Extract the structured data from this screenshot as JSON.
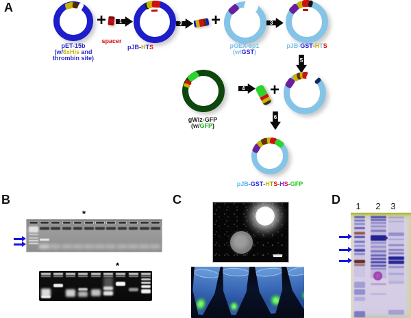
{
  "panel_a": {
    "label": "A",
    "plus": "+",
    "steps": [
      "1",
      "2",
      "3",
      "4",
      "5",
      "6"
    ],
    "pet15b": {
      "name": "pET-15b",
      "sub1_parts": [
        {
          "t": "(w/",
          "c": "#2a2ac8"
        },
        {
          "t": "6xHis",
          "c": "#c9b400"
        },
        {
          "t": " and",
          "c": "#2a2ac8"
        }
      ],
      "sub2": "thrombin site)"
    },
    "spacer_label": "spacer",
    "pjb_hts_parts": [
      {
        "t": "pJB-",
        "c": "#2a2ac8"
      },
      {
        "t": "H",
        "c": "#c9b400"
      },
      {
        "t": "T",
        "c": "#2a2ac8"
      },
      {
        "t": "S",
        "c": "#e01000"
      }
    ],
    "pgex": {
      "name": "pGEX-6p1",
      "sub_parts": [
        {
          "t": "(w/",
          "c": "#7cc0e8"
        },
        {
          "t": "GST",
          "c": "#2a2ae0",
          "b": 1
        },
        {
          "t": ")",
          "c": "#7cc0e8"
        }
      ]
    },
    "pjb_gst_hts_parts": [
      {
        "t": "pJB-",
        "c": "#7cc0e8"
      },
      {
        "t": "GST",
        "c": "#2a2ae0",
        "b": 1
      },
      {
        "t": "-",
        "c": "#666666"
      },
      {
        "t": "H",
        "c": "#c9b400"
      },
      {
        "t": "T",
        "c": "#7cc0e8"
      },
      {
        "t": "S",
        "c": "#e01000"
      }
    ],
    "gwiz": {
      "name": "gWiz-GFP",
      "sub_parts": [
        {
          "t": "(w/",
          "c": "#222222"
        },
        {
          "t": "GFP",
          "c": "#21b421"
        },
        {
          "t": ")",
          "c": "#222222"
        }
      ]
    },
    "final_parts": [
      {
        "t": "pJB",
        "c": "#58b8ee"
      },
      {
        "t": "-",
        "c": "#666666"
      },
      {
        "t": "GST",
        "c": "#2a2ae0",
        "b": 1
      },
      {
        "t": "-",
        "c": "#666666"
      },
      {
        "t": "H",
        "c": "#c9b400"
      },
      {
        "t": "T",
        "c": "#9c9c00"
      },
      {
        "t": "S",
        "c": "#e01000"
      },
      {
        "t": "-",
        "c": "#666666"
      },
      {
        "t": "H",
        "c": "#7b2fd0"
      },
      {
        "t": "S",
        "c": "#e0106a"
      },
      {
        "t": "-",
        "c": "#666666"
      },
      {
        "t": "GFP",
        "c": "#21cc21",
        "b": 1
      }
    ],
    "legend_colors": {
      "pet_backbone": "#1d1dc9",
      "pgex_backbone": "#85c4e6",
      "gwiz_backbone": "#0d470d",
      "gst_segment": "#6a1f9e",
      "his_segment": "#c9b400",
      "spacer_segment": "#d01010",
      "gfp_segment": "#2ed32e",
      "thrombin_segment": "#4a2c08"
    }
  },
  "panel_b": {
    "label": "B",
    "asterisk": "*",
    "upper_lanes": 12,
    "lower_lanes": 9,
    "upper_asterisk_lane": 6,
    "lower_asterisk_lane": 7,
    "arrow_color": "#1616e0"
  },
  "panel_c": {
    "label": "C"
  },
  "panel_d": {
    "label": "D",
    "lane_labels": [
      "1",
      "2",
      "3"
    ],
    "arrow_color": "#1616e0"
  }
}
